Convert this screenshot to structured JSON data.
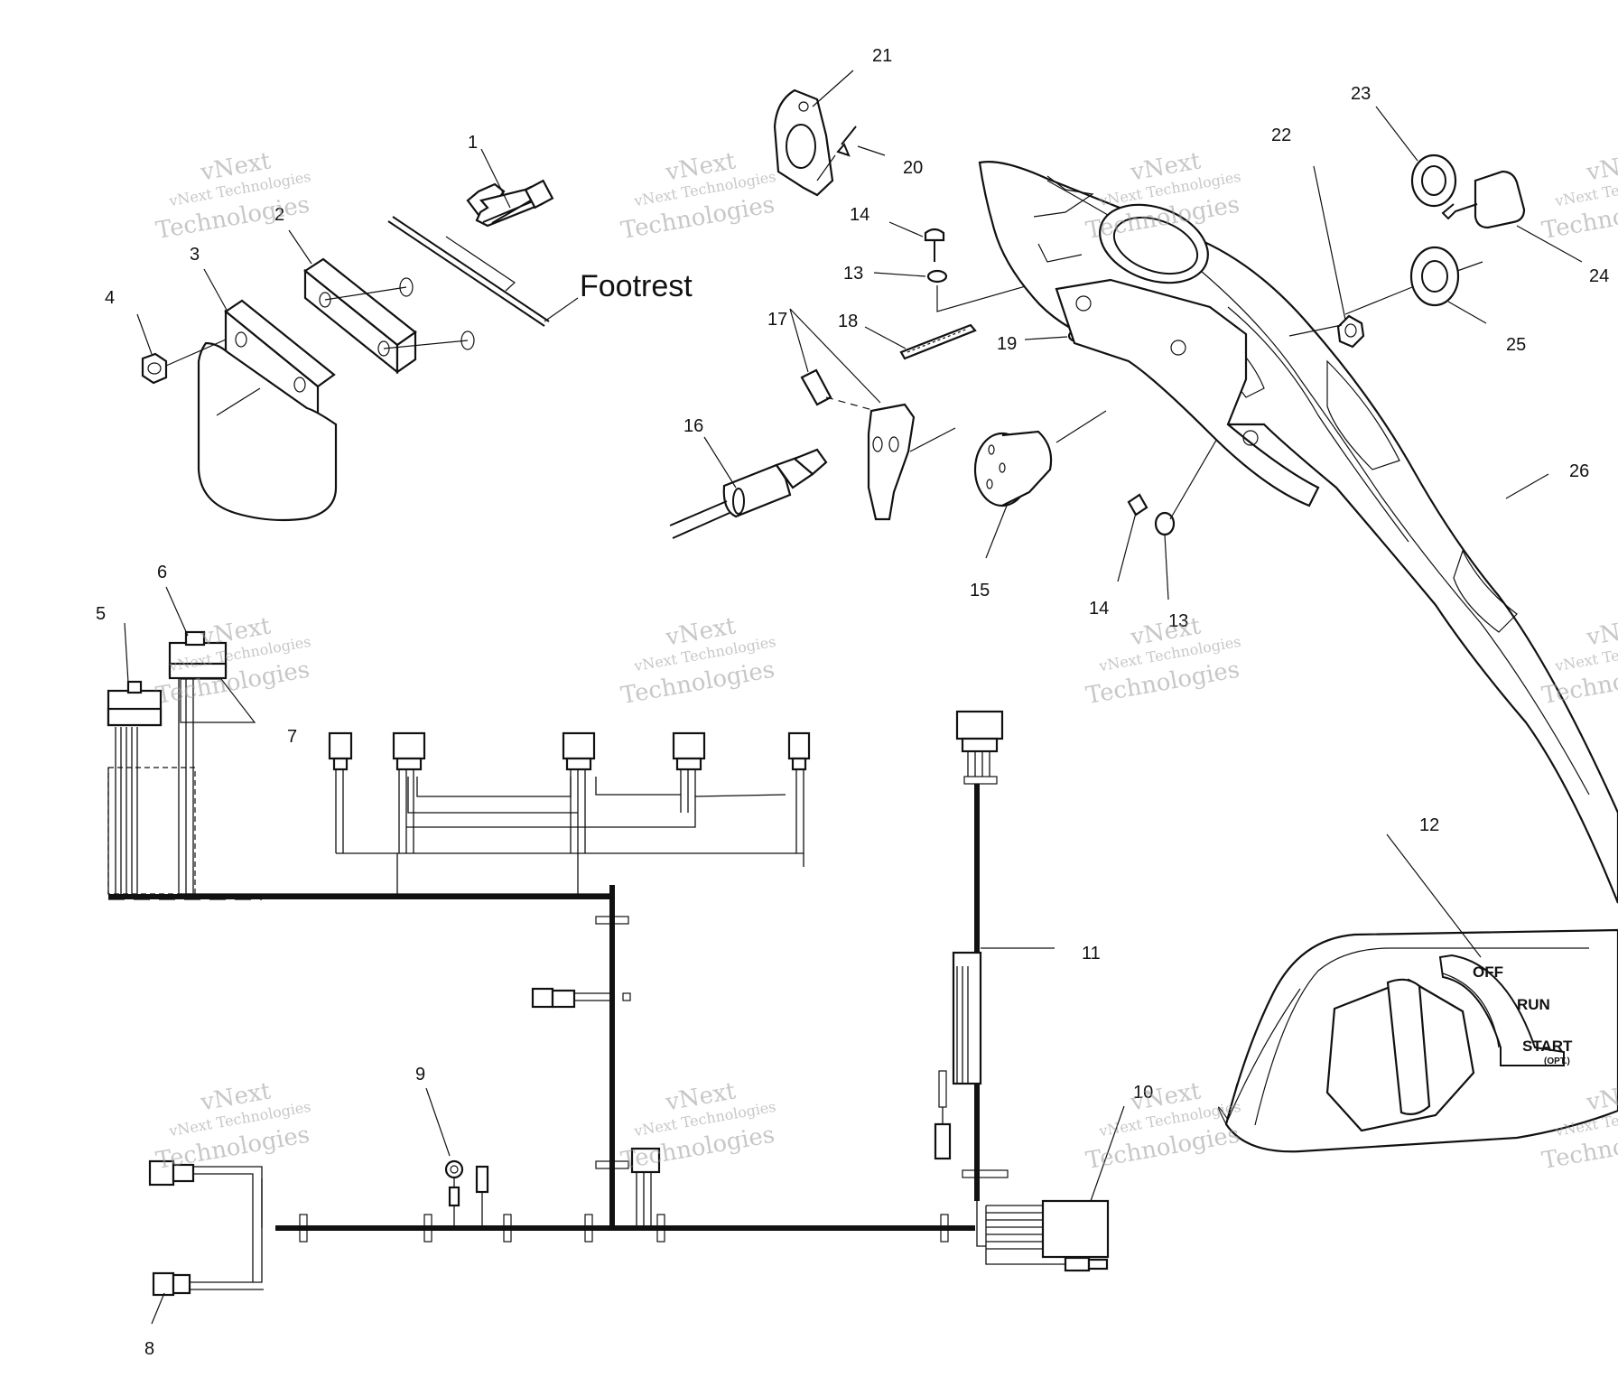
{
  "callouts": {
    "c1": "1",
    "c2": "2",
    "c3": "3",
    "c4": "4",
    "c5": "5",
    "c6": "6",
    "c7": "7",
    "c8": "8",
    "c9": "9",
    "c10": "10",
    "c11": "11",
    "c12": "12",
    "c13a": "13",
    "c13b": "13",
    "c14a": "14",
    "c14b": "14",
    "c15": "15",
    "c16": "16",
    "c17": "17",
    "c18": "18",
    "c19": "19",
    "c20": "20",
    "c21": "21",
    "c22": "22",
    "c23": "23",
    "c24": "24",
    "c25": "25",
    "c26": "26"
  },
  "footrest_label": "Footrest",
  "switch_positions": {
    "off": "OFF",
    "run": "RUN",
    "start": "START",
    "start_note": "(OPT.)"
  },
  "watermark": {
    "line1": "vNext",
    "line2": "vNext Technologies",
    "line3": "Technologies"
  }
}
